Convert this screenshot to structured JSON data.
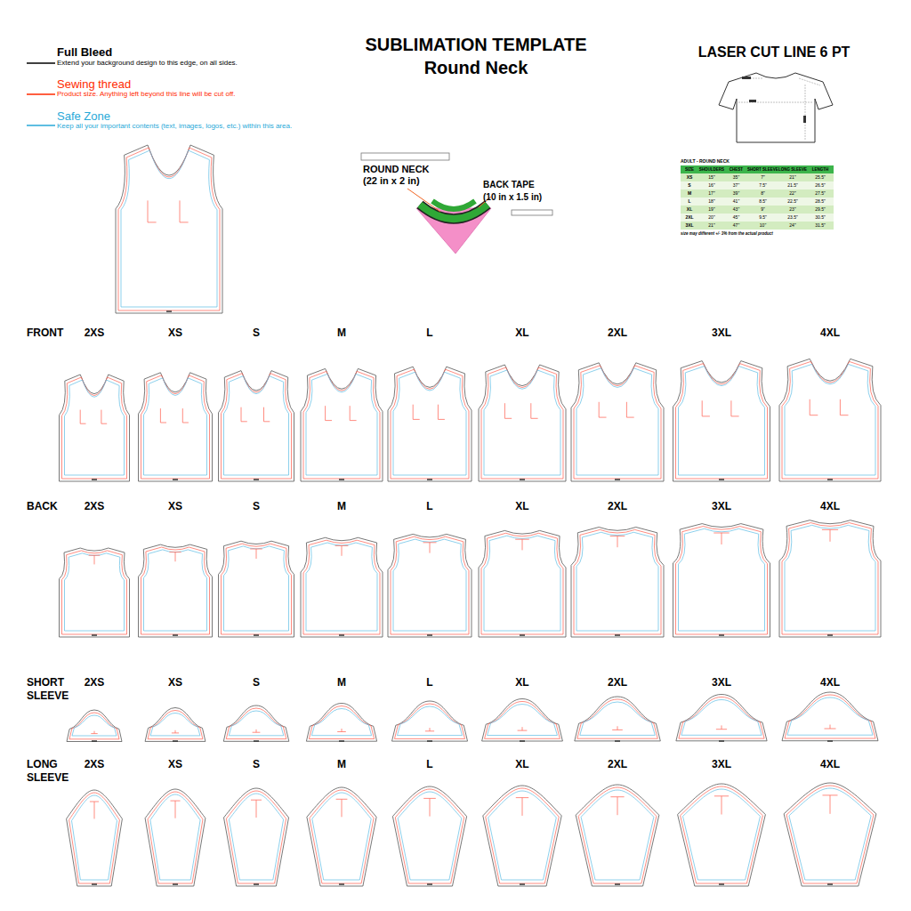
{
  "diagram": {
    "title": "SUBLIMATION TEMPLATE Round Neck",
    "labels": [
      "Extend your background design to this edge, on all sides.",
      "Product size. Anything left beyond this line will be cut off.",
      "Keep all your important contents (text, images, logos, etc.) within this area.",
      "LASER CUT LINE 6 PT",
      "ROUND NECK",
      "(22 in x 2 in)",
      "BACK TAPE",
      "(10 in x 1.5 in)",
      "ADULT - ROUND NECK",
      "SIZE",
      "SHOULDERS",
      "CHEST",
      "SHORT SLEEVE",
      "LONG SLEEVE",
      "LENGTH",
      "XS",
      "15\"",
      "35\"",
      "7\"",
      "21\"",
      "25.5\"",
      "S",
      "16\"",
      "37\"",
      "7.5\"",
      "21.5\"",
      "26.5\"",
      "M",
      "17\"",
      "39\"",
      "8\"",
      "22\"",
      "27.5\"",
      "L",
      "18\"",
      "41\"",
      "8.5\"",
      "22.5\"",
      "28.5\"",
      "XL",
      "19\"",
      "43\"",
      "9\"",
      "23\"",
      "29.5\"",
      "2XL",
      "20\"",
      "45\"",
      "9.5\"",
      "23.5\"",
      "30.5\"",
      "3XL",
      "21\"",
      "47\"",
      "10\"",
      "24\"",
      "31.5\"",
      "size may different +/- 3% from the actual product",
      "FRONT",
      "2XS",
      "XS",
      "S",
      "M",
      "L",
      "XL",
      "2XL",
      "3XL",
      "4XL",
      "BACK",
      "2XS",
      "XS",
      "S",
      "M",
      "L",
      "XL",
      "2XL",
      "3XL",
      "4XL",
      "SHORT SLEEVE",
      "2XS",
      "XS",
      "S",
      "M",
      "L",
      "XL",
      "2XL",
      "3XL",
      "4XL",
      "LONG SLEEVE",
      "2XS",
      "XS",
      "S",
      "M",
      "L",
      "XL",
      "2XL",
      "3XL",
      "4XL"
    ],
    "legend": [
      {
        "text": "Full Bleed"
      },
      {
        "text": "Sewing thread"
      },
      {
        "text": "Safe Zone"
      }
    ]
  }
}
